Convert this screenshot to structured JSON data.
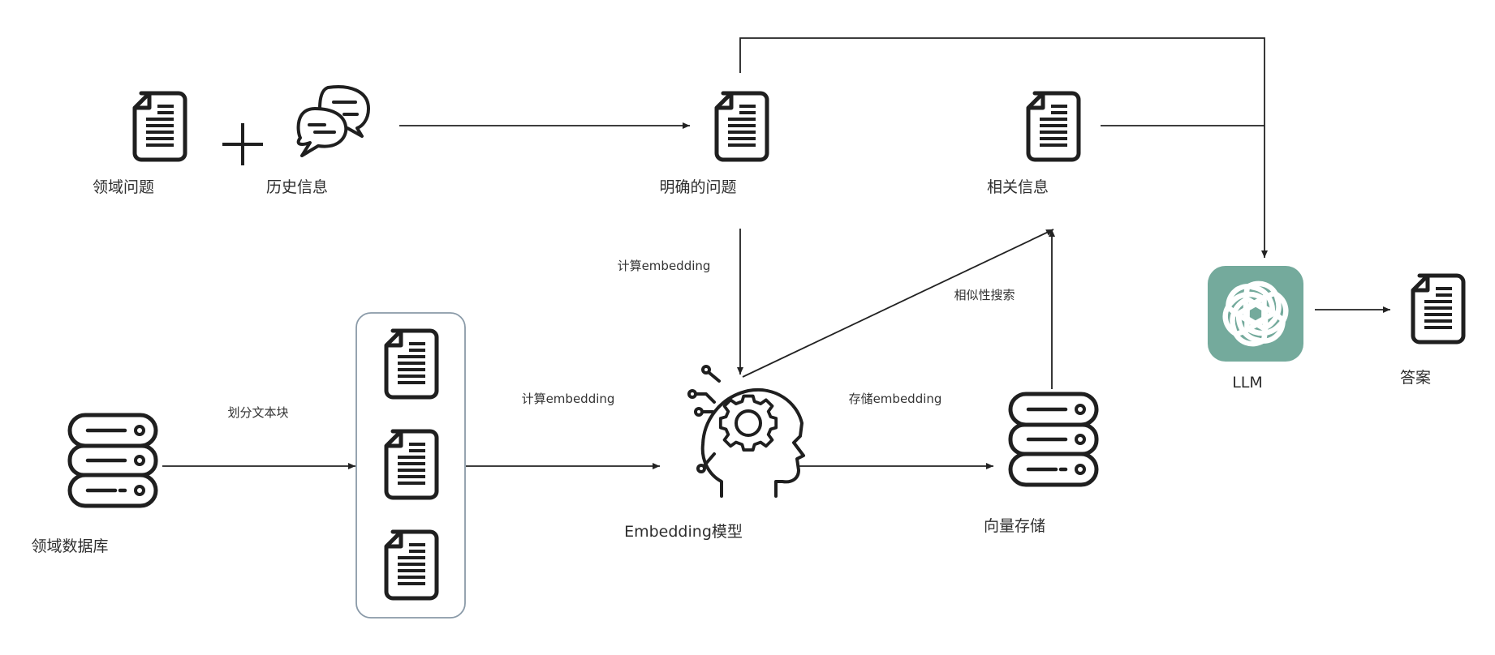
{
  "nodes": {
    "domain_question": "领域问题",
    "history": "历史信息",
    "clear_question": "明确的问题",
    "related_info": "相关信息",
    "llm": "LLM",
    "answer": "答案",
    "domain_db": "领域数据库",
    "embedding_model": "Embedding模型",
    "vector_store": "向量存储"
  },
  "edges": {
    "split_chunks": "划分文本块",
    "compute_embedding_chunks": "计算embedding",
    "compute_embedding_question": "计算embedding",
    "store_embedding": "存储embedding",
    "similarity_search": "相似性搜索"
  },
  "colors": {
    "line": "#222222",
    "icon": "#1f1f1f",
    "llm_bg": "#74aa9c",
    "chunk_border": "#8a9aa8"
  }
}
